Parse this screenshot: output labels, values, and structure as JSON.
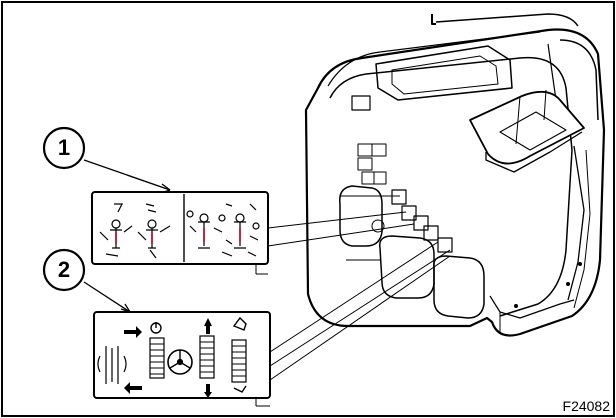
{
  "figure": {
    "code": "F24082",
    "callouts": [
      {
        "number": "1",
        "target": "joystick-pattern-decal"
      },
      {
        "number": "2",
        "target": "travel-control-decal"
      }
    ]
  },
  "icons": {
    "callout_1": "joystick-control-pattern-decal-icon",
    "callout_2": "travel-steering-decal-icon",
    "machine": "excavator-cab-icon"
  }
}
